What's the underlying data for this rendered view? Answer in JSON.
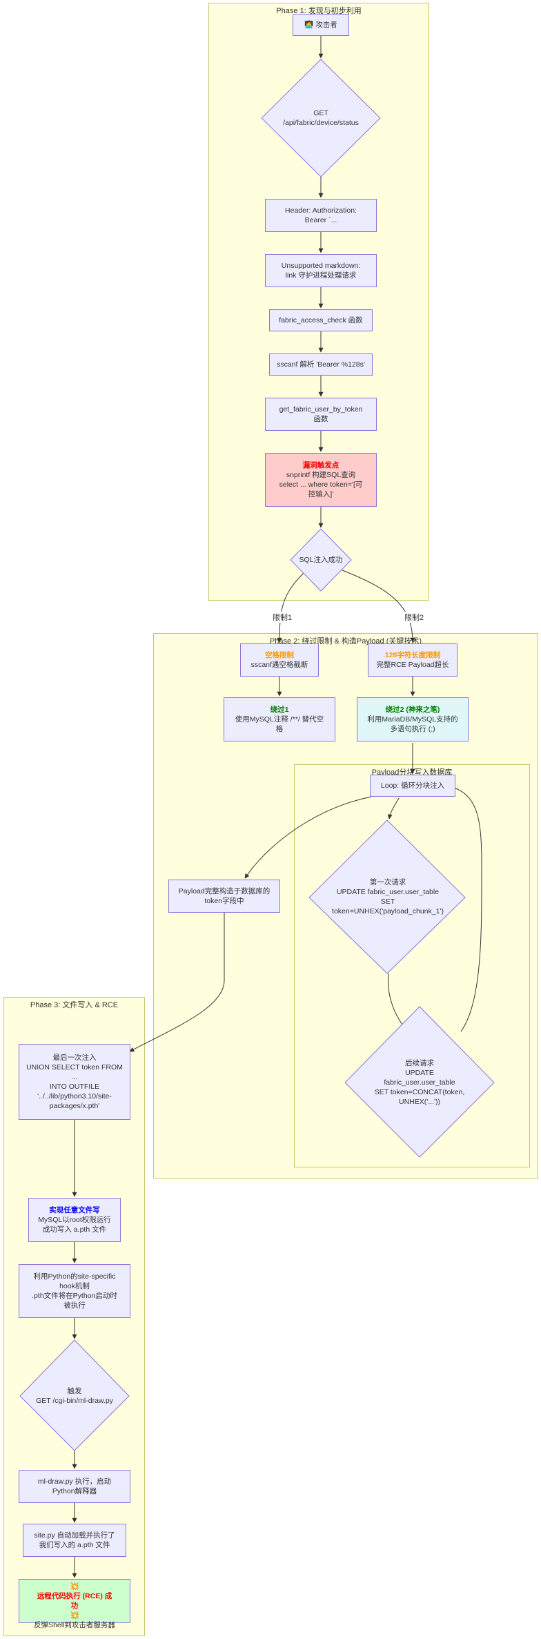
{
  "phases": {
    "p1": "Phase 1: 发现与初步利用",
    "p2": "Phase 2: 绕过限制 & 构造Payload (关键技术)",
    "p2sub": "Payload分块写入数据库",
    "p3": "Phase 3: 文件写入 & RCE"
  },
  "nodes": {
    "attacker": {
      "icon": "🧑‍💻",
      "text": "攻击者"
    },
    "get": "GET\n/api/fabric/device/status",
    "header": "Header: Authorization:\nBearer `...",
    "unsupported": "Unsupported markdown:\nlink 守护进程处理请求",
    "check": "fabric_access_check 函数",
    "sscanf": "sscanf 解析 'Bearer %128s'",
    "getuser": "get_fabric_user_by_token\n函数",
    "vuln": {
      "title": "漏洞触发点",
      "text": "snprintf 构建SQL查询\nselect ... where token='[可\n控输入]'"
    },
    "sqli": "SQL注入成功",
    "limit1": {
      "title": "空格限制",
      "text": "sscanf遇空格截断"
    },
    "limit2": {
      "title": "128字符长度限制",
      "text": "完整RCE Payload超长"
    },
    "bypass1": {
      "title": "绕过1",
      "text": "使用MySQL注释 /**/ 替代空\n格"
    },
    "bypass2": {
      "title": "绕过2 (神来之笔)",
      "text": "利用MariaDB/MySQL支持的\n多语句执行 (;)"
    },
    "loop": "Loop: 循环分块注入",
    "first": "第一次请求\nUPDATE fabric_user.user_table\nSET\ntoken=UNHEX('payload_chunk_1')",
    "later": "后续请求\nUPDATE\nfabric_user.user_table\nSET token=CONCAT(token,\nUNHEX('...'))",
    "built": "Payload完整构造于数据库的\ntoken字段中",
    "final": "最后一次注入\nUNION SELECT token FROM\n...\nINTO OUTFILE\n'../../lib/python3.10/site-\npackages/x.pth'",
    "write": {
      "title": "实现任意文件写",
      "text": "MySQL以root权限运行\n成功写入 a.pth 文件"
    },
    "hook": "利用Python的site-specific\nhook机制\n.pth文件将在Python启动时\n被执行",
    "trigger": "触发\nGET /cgi-bin/ml-draw.py",
    "mldraw": "ml-draw.py 执行，启动\nPython解释器",
    "sitepy": "site.py 自动加载并执行了\n我们写入的 a.pth 文件",
    "rce": {
      "icon": "💥",
      "title": "远程代码执行 (RCE) 成\n功",
      "text": "反弹Shell到攻击者服务器"
    }
  },
  "edge_labels": {
    "l1": "限制1",
    "l2": "限制2"
  },
  "colors": {
    "cluster_bg": "#ffffde",
    "node_bg": "#ececff",
    "node_border": "#9370db",
    "vuln_bg": "#ffcccc",
    "bypass2_bg": "#e0f7fa",
    "rce_bg": "#ccffcc",
    "orange": "#ff9900",
    "green": "#008000",
    "red": "#ff0000",
    "blue": "#0000ff"
  }
}
